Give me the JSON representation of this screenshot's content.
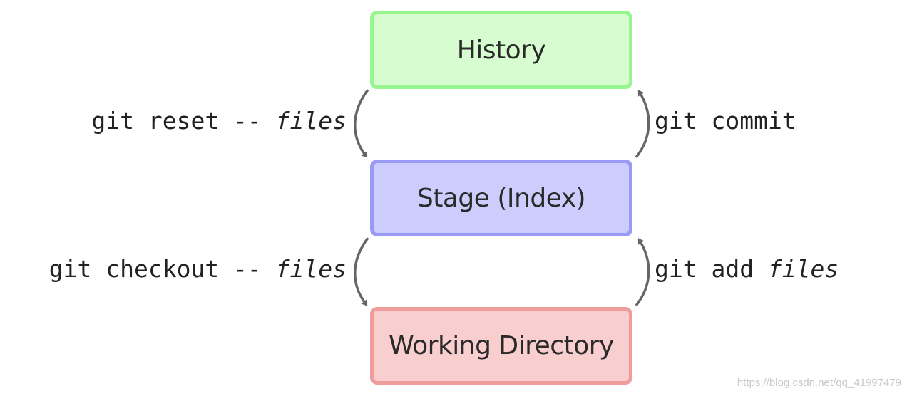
{
  "boxes": {
    "history": {
      "label": "History",
      "fill": "#d6fcd0",
      "border": "#99f590"
    },
    "stage": {
      "label": "Stage (Index)",
      "fill": "#cccdfc",
      "border": "#9a9af5"
    },
    "working_directory": {
      "label": "Working Directory",
      "fill": "#f8cece",
      "border": "#ef9c9c"
    }
  },
  "commands": {
    "reset": {
      "cmd": "git reset -- ",
      "arg": "files"
    },
    "commit": {
      "cmd": "git commit",
      "arg": ""
    },
    "checkout": {
      "cmd": "git checkout -- ",
      "arg": "files"
    },
    "add": {
      "cmd": "git add ",
      "arg": "files"
    }
  },
  "arrow_color": "#666666",
  "watermark": "https://blog.csdn.net/qq_41997479"
}
